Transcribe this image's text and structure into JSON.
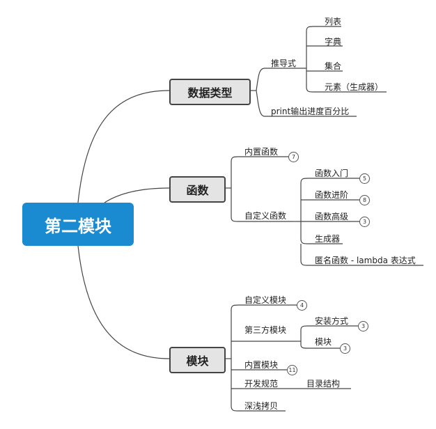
{
  "root": {
    "label": "第二模块"
  },
  "branches": {
    "datatypes": {
      "label": "数据类型",
      "comprehension": {
        "label": "推导式",
        "items": [
          "列表",
          "字典",
          "集合",
          "元素（生成器）"
        ]
      },
      "print_progress": "print输出进度百分比"
    },
    "functions": {
      "label": "函数",
      "builtin": {
        "label": "内置函数",
        "count": "7"
      },
      "custom": {
        "label": "自定义函数",
        "items": [
          {
            "label": "函数入门",
            "count": "5"
          },
          {
            "label": "函数进阶",
            "count": "8"
          },
          {
            "label": "函数高级",
            "count": "3"
          },
          {
            "label": "生成器"
          },
          {
            "label": "匿名函数 - lambda 表达式"
          }
        ]
      }
    },
    "modules": {
      "label": "模块",
      "custom": {
        "label": "自定义模块",
        "count": "4"
      },
      "third_party": {
        "label": "第三方模块",
        "items": [
          {
            "label": "安装方式",
            "count": "3"
          },
          {
            "label": "模块",
            "count": "3"
          }
        ]
      },
      "builtin": {
        "label": "内置模块",
        "count": "11"
      },
      "dev_standard": {
        "label": "开发规范",
        "child": "目录结构"
      },
      "copy": "深浅拷贝"
    }
  }
}
